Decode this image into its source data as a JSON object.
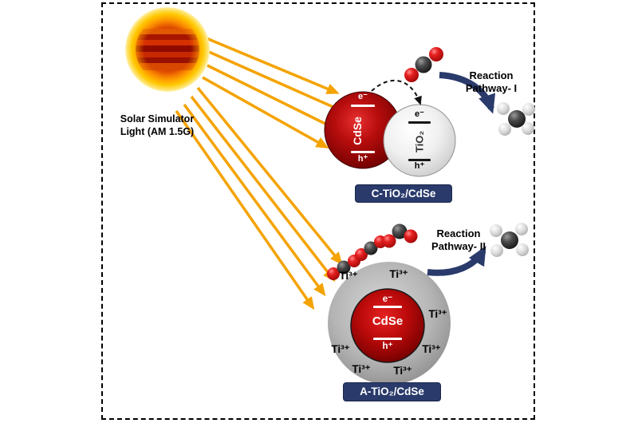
{
  "diagram": {
    "sun_label_line1": "Solar Simulator",
    "sun_label_line2": "Light (AM 1.5G)"
  },
  "pathway1": {
    "cdse_sphere_label": "CdSe",
    "tio2_sphere_label": "TiO₂",
    "cdse_electron": "e⁻",
    "cdse_hole": "h⁺",
    "tio2_electron": "e⁻",
    "tio2_hole": "h⁺",
    "reaction_label_line1": "Reaction",
    "reaction_label_line2": "Pathway- I",
    "caption": "C-TiO₂/CdSe"
  },
  "pathway2": {
    "cdse_sphere_label": "CdSe",
    "electron": "e⁻",
    "hole": "h⁺",
    "ti3_labels": [
      "Ti³⁺",
      "Ti³⁺",
      "Ti³⁺",
      "Ti³⁺",
      "Ti³⁺",
      "Ti³⁺",
      "Ti³⁺"
    ],
    "reaction_label_line1": "Reaction",
    "reaction_label_line2": "Pathway- II",
    "caption": "A-TiO₂/CdSe"
  },
  "colors": {
    "ray_orange": "#F4A300",
    "navy_arrow": "#293A6B",
    "caption_bg": "#293A6B",
    "cdse_red": "#B00D0D",
    "tio2_white_sphere": "#E8E8E8",
    "amorphous_gray": "#9A9A9A",
    "sun_core_red": "#C40000"
  }
}
